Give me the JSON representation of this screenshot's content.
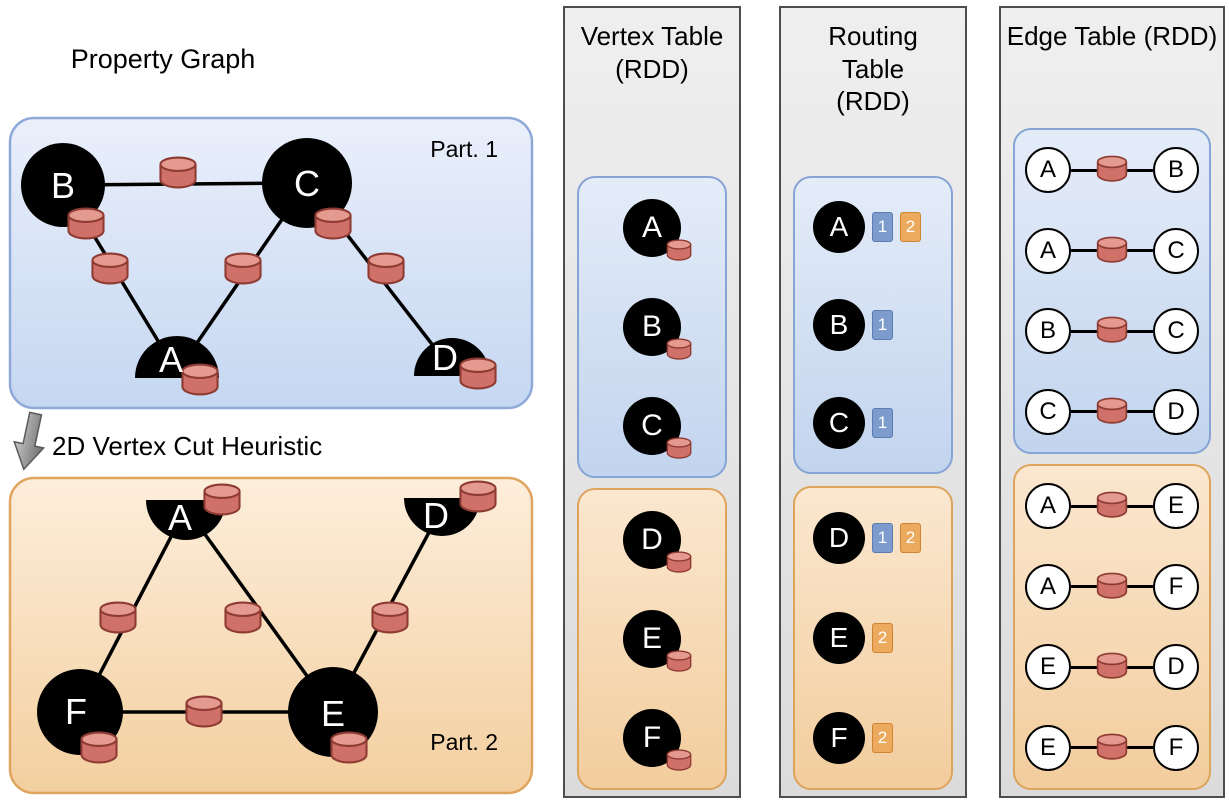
{
  "figure": {
    "graph_title": "Property Graph",
    "transform_label": "2D Vertex Cut Heuristic"
  },
  "graph": {
    "part1": {
      "label": "Part. 1",
      "vertices": [
        "B",
        "C",
        "A",
        "D"
      ],
      "cut_vertices": [
        "A",
        "D"
      ],
      "edges": [
        [
          "B",
          "C"
        ],
        [
          "B",
          "A"
        ],
        [
          "C",
          "A"
        ],
        [
          "C",
          "D"
        ]
      ]
    },
    "part2": {
      "label": "Part. 2",
      "vertices": [
        "A",
        "D",
        "F",
        "E"
      ],
      "cut_vertices": [
        "A",
        "D"
      ],
      "edges": [
        [
          "A",
          "F"
        ],
        [
          "A",
          "E"
        ],
        [
          "D",
          "E"
        ],
        [
          "F",
          "E"
        ]
      ]
    }
  },
  "vertex_table": {
    "title": "Vertex Table (RDD)",
    "part1": [
      "A",
      "B",
      "C"
    ],
    "part2": [
      "D",
      "E",
      "F"
    ]
  },
  "routing_table": {
    "title": "Routing Table (RDD)",
    "part1": [
      {
        "vertex": "A",
        "badges": [
          {
            "n": "1",
            "color": "blue"
          },
          {
            "n": "2",
            "color": "orange"
          }
        ]
      },
      {
        "vertex": "B",
        "badges": [
          {
            "n": "1",
            "color": "blue"
          }
        ]
      },
      {
        "vertex": "C",
        "badges": [
          {
            "n": "1",
            "color": "blue"
          }
        ]
      }
    ],
    "part2": [
      {
        "vertex": "D",
        "badges": [
          {
            "n": "1",
            "color": "blue"
          },
          {
            "n": "2",
            "color": "orange"
          }
        ]
      },
      {
        "vertex": "E",
        "badges": [
          {
            "n": "2",
            "color": "orange"
          }
        ]
      },
      {
        "vertex": "F",
        "badges": [
          {
            "n": "2",
            "color": "orange"
          }
        ]
      }
    ]
  },
  "edge_table": {
    "title": "Edge Table (RDD)",
    "part1": [
      [
        "A",
        "B"
      ],
      [
        "A",
        "C"
      ],
      [
        "B",
        "C"
      ],
      [
        "C",
        "D"
      ]
    ],
    "part2": [
      [
        "A",
        "E"
      ],
      [
        "A",
        "F"
      ],
      [
        "E",
        "D"
      ],
      [
        "E",
        "F"
      ]
    ]
  },
  "icons": {
    "database": "property-storage-cylinder",
    "arrow": "vertex-cut-arrow"
  },
  "colors": {
    "partition1_fill": "#c5d7f1",
    "partition1_border": "#8ea9d8",
    "partition2_fill": "#f3cf9f",
    "partition2_border": "#dfa45f",
    "cylinder_body": "#cf7168",
    "cylinder_top": "#e59a90",
    "badge_blue": "#7d9ccd",
    "badge_orange": "#ecaa5e",
    "column_bg": "#e6e6e6"
  }
}
